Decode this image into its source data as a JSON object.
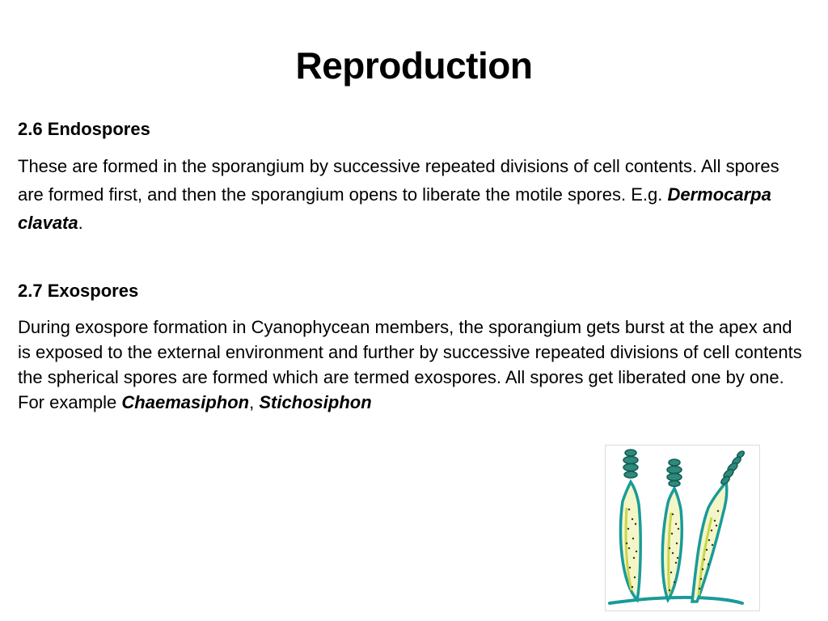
{
  "slide": {
    "title": "Reproduction",
    "sections": [
      {
        "heading": "2.6 Endospores",
        "text_before": "These are formed in the sporangium by successive repeated divisions of cell contents. All spores are formed first, and then the sporangium opens to liberate the motile spores. E.g. ",
        "example": "Dermocarpa clavata",
        "text_after": "."
      },
      {
        "heading": "2.7 Exospores",
        "text_before": "During exospore formation in Cyanophycean members, the sporangium gets burst at the apex and is exposed to the external environment and further by successive repeated divisions of cell contents the spherical spores are formed which are termed exospores. All spores get liberated one by one. For example ",
        "example_1": "Chaemasiphon",
        "separator": ", ",
        "example_2": "Stichosiphon"
      }
    ]
  }
}
